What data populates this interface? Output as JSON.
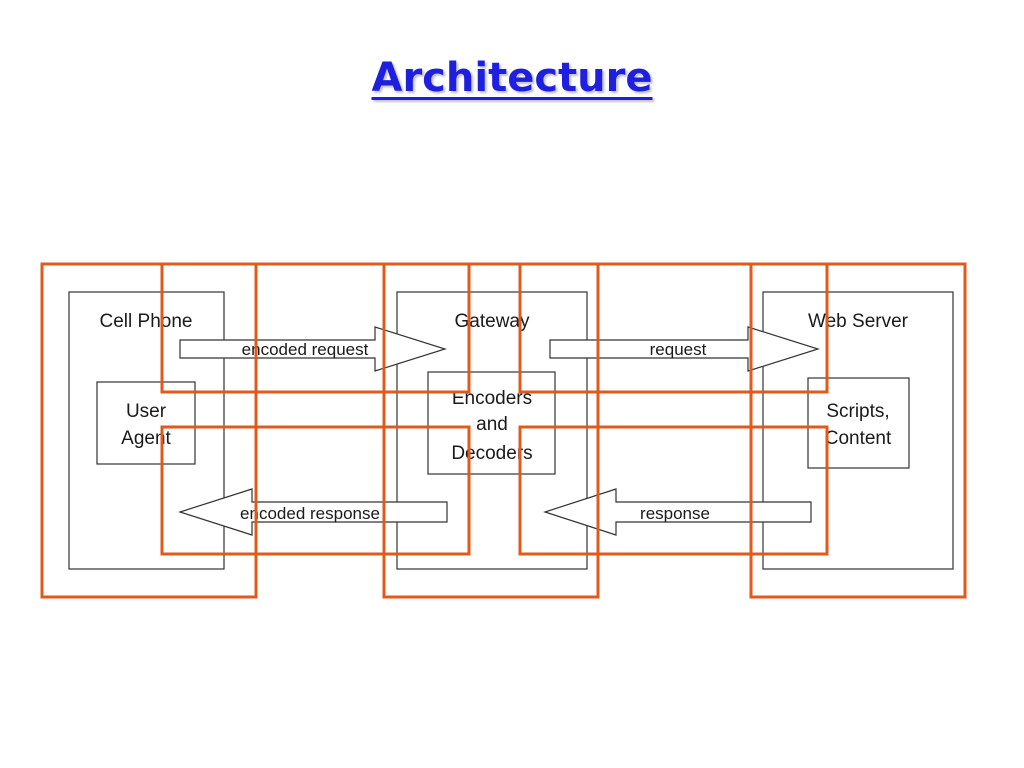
{
  "title": "Architecture",
  "diagram": {
    "nodes": {
      "cell_phone": {
        "label": "Cell Phone",
        "inner_lines": [
          "User",
          "Agent"
        ]
      },
      "gateway": {
        "label": "Gateway",
        "inner_lines": [
          "Encoders",
          "and",
          "Decoders"
        ]
      },
      "web_server": {
        "label": "Web Server",
        "inner_lines": [
          "Scripts,",
          "Content"
        ]
      }
    },
    "arrows": {
      "encoded_request": "encoded request",
      "request": "request",
      "encoded_response": "encoded response",
      "response": "response"
    },
    "colors": {
      "highlight": "#e05a1c",
      "box": "#333333"
    }
  }
}
